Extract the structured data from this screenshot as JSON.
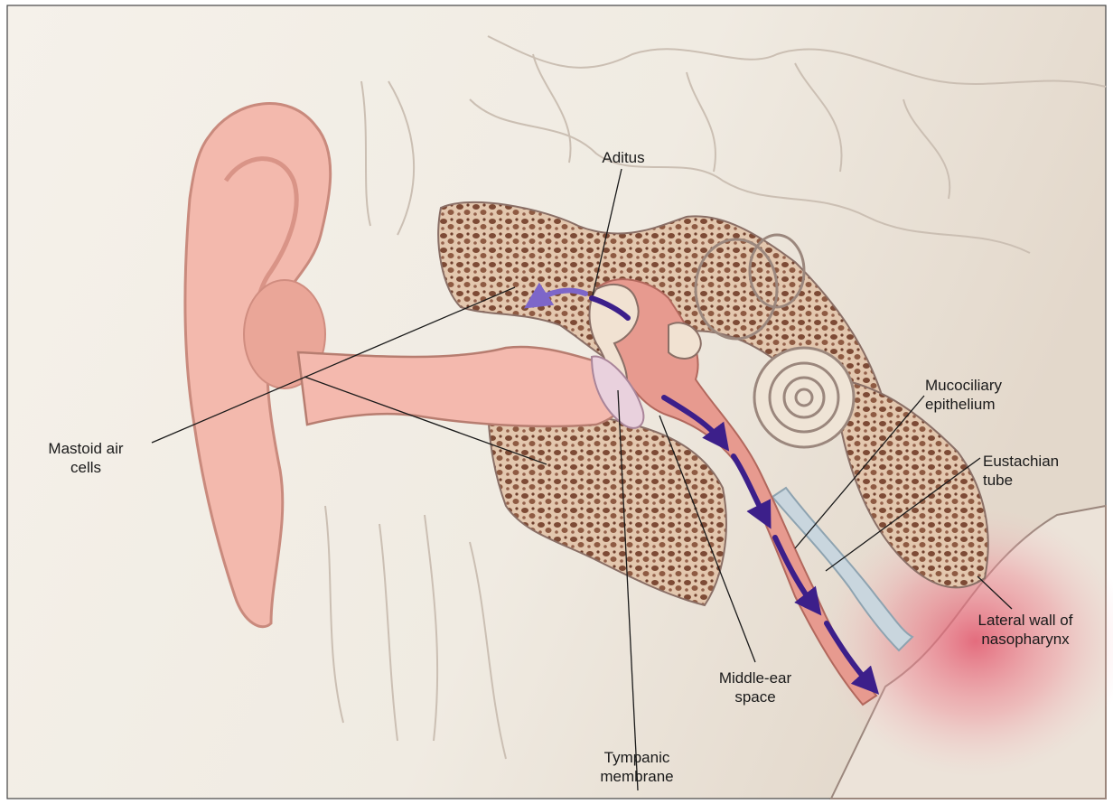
{
  "labels": {
    "aditus": "Aditus",
    "mastoid_air_cells": "Mastoid air\ncells",
    "mucociliary_epithelium": "Mucociliary\nepithelium",
    "eustachian_tube": "Eustachian\ntube",
    "lateral_wall_nasopharynx": "Lateral wall of\nnasopharynx",
    "middle_ear_space": "Middle-ear\nspace",
    "tympanic_membrane": "Tympanic\nmembrane"
  },
  "colors": {
    "background": "#f1ece3",
    "skin": "#f3b9ad",
    "skin_dark": "#e59a8c",
    "bone": "#e2c9b2",
    "air_cell": "#7d4a35",
    "mucosa": "#e79a8f",
    "flow_arrow": "#3c1f8a",
    "mastoid_arrow": "#7d66c9",
    "nasopharynx_glow": "#e2576d",
    "cartilage": "#c9d6de",
    "outline": "#8a6f66",
    "leader_line": "#1a1a1a"
  }
}
